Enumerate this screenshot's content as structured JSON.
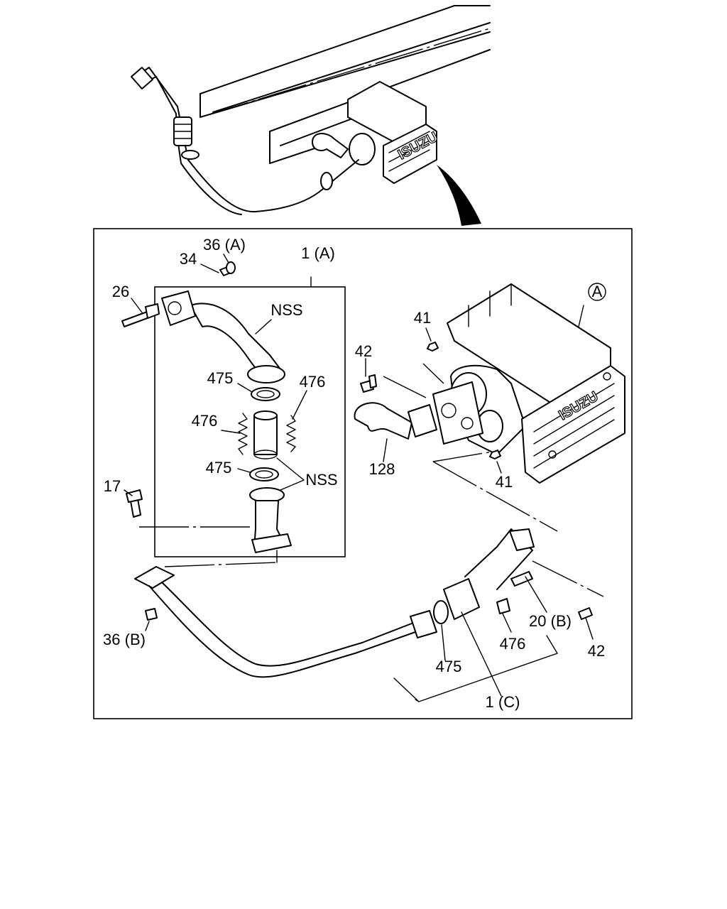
{
  "labels": {
    "l_36a": "36 (A)",
    "l_34": "34",
    "l_1a": "1 (A)",
    "l_26": "26",
    "l_nss_top": "NSS",
    "l_475_top": "475",
    "l_476_right": "476",
    "l_476_left": "476",
    "l_475_mid": "475",
    "l_nss_mid": "NSS",
    "l_17": "17",
    "l_41_top": "41",
    "l_42_left": "42",
    "l_128": "128",
    "l_41_bottom": "41",
    "l_a_circle": "A",
    "l_36b": "36 (B)",
    "l_20b": "20 (B)",
    "l_42_right": "42",
    "l_476_bottom": "476",
    "l_475_bottom": "475",
    "l_1c": "1 (C)"
  },
  "brand_text": {
    "muffler_logo": "ISUZU",
    "overview_logo": "ISUZU"
  }
}
